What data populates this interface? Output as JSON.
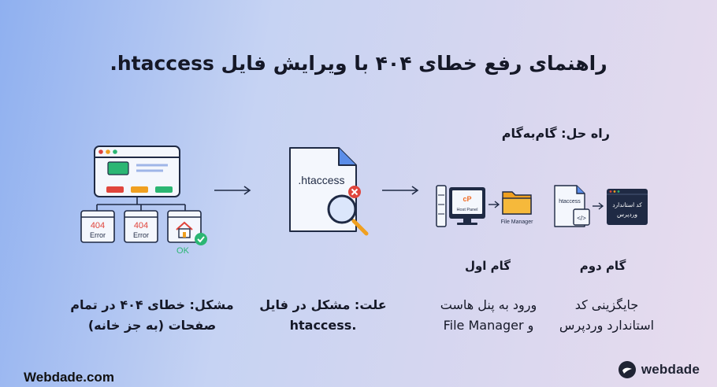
{
  "title": "راهنمای رفع خطای ۴۰۴ با ویرایش فایل htaccess.",
  "problem": {
    "caption_line1": "مشکل: خطای ۴۰۴ در تمام",
    "caption_line2": "صفحات (به جز خانه)",
    "error_code": "404",
    "error_word": "Error",
    "ok_label": "OK"
  },
  "cause": {
    "file_label": ".htaccess",
    "caption_line1": "علت: مشکل در فایل",
    "caption_line2": ".htaccess"
  },
  "solution": {
    "heading": "راه حل: گام‌به‌گام",
    "host_panel_label": "Host Panel",
    "file_manager_label": "File Manager",
    "htaccess_small_label": "htaccess",
    "wp_code_line1": "کد استاندارد",
    "wp_code_line2": "وردپرس",
    "step1": {
      "label": "گام اول",
      "desc_line1": "ورود به پنل هاست",
      "desc_line2": "و File Manager"
    },
    "step2": {
      "label": "گام دوم",
      "desc_line1": "جایگزینی کد",
      "desc_line2": "استاندارد وردپرس"
    }
  },
  "footer": {
    "site": "Webdade.com",
    "logo": "webdade"
  },
  "colors": {
    "blue": "#2f6fe0",
    "red": "#e0453c",
    "orange": "#f0a020",
    "green": "#2bb673",
    "dark": "#1f2a44"
  }
}
